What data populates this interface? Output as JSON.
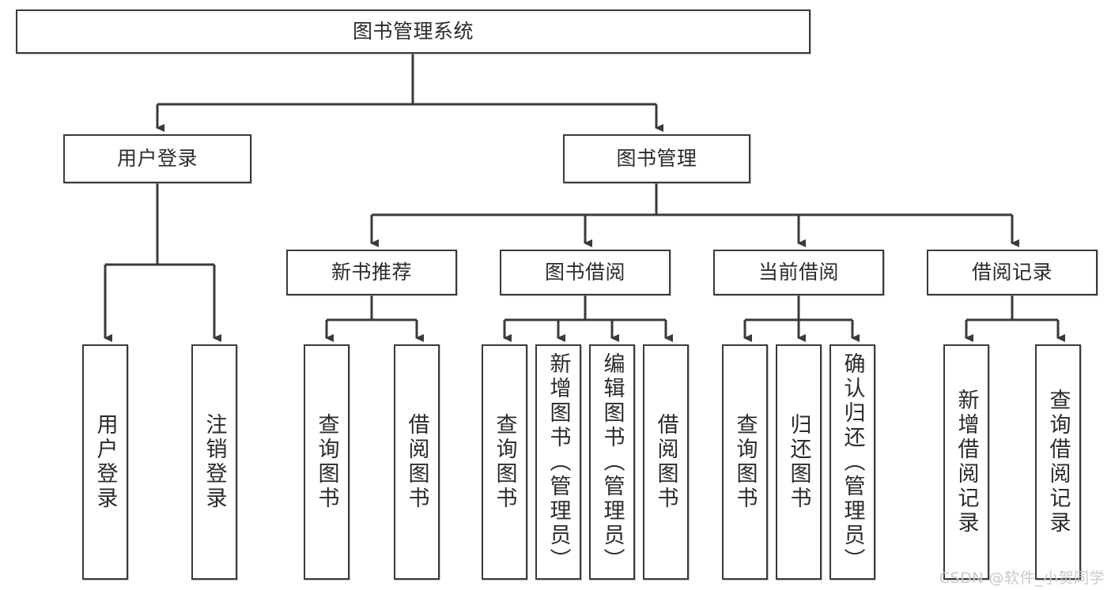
{
  "diagram": {
    "type": "tree",
    "title": "图书管理系统",
    "colors": {
      "box_border": "#3a3a3a",
      "box_fill": "#ffffff",
      "text": "#2b2b2b",
      "connector": "#3a3a3a",
      "watermark": "#c9c9c9"
    },
    "watermark": "CSDN @软件_小贺同学",
    "levels": {
      "root": {
        "label": "图书管理系统"
      },
      "level2": [
        {
          "label": "用户登录"
        },
        {
          "label": "图书管理"
        }
      ],
      "level3": [
        {
          "label": "新书推荐"
        },
        {
          "label": "图书借阅"
        },
        {
          "label": "当前借阅"
        },
        {
          "label": "借阅记录"
        }
      ],
      "leaves": [
        {
          "label": "用户登录",
          "parent": "用户登录"
        },
        {
          "label": "注销登录",
          "parent": "用户登录"
        },
        {
          "label": "查询图书",
          "parent": "新书推荐"
        },
        {
          "label": "借阅图书",
          "parent": "新书推荐"
        },
        {
          "label": "查询图书",
          "parent": "图书借阅"
        },
        {
          "label": "新增图书（管理员）",
          "parent": "图书借阅"
        },
        {
          "label": "编辑图书（管理员）",
          "parent": "图书借阅"
        },
        {
          "label": "借阅图书",
          "parent": "图书借阅"
        },
        {
          "label": "查询图书",
          "parent": "当前借阅"
        },
        {
          "label": "归还图书",
          "parent": "当前借阅"
        },
        {
          "label": "确认归还（管理员）",
          "parent": "当前借阅"
        },
        {
          "label": "新增借阅记录",
          "parent": "借阅记录"
        },
        {
          "label": "查询借阅记录",
          "parent": "借阅记录"
        }
      ]
    }
  }
}
